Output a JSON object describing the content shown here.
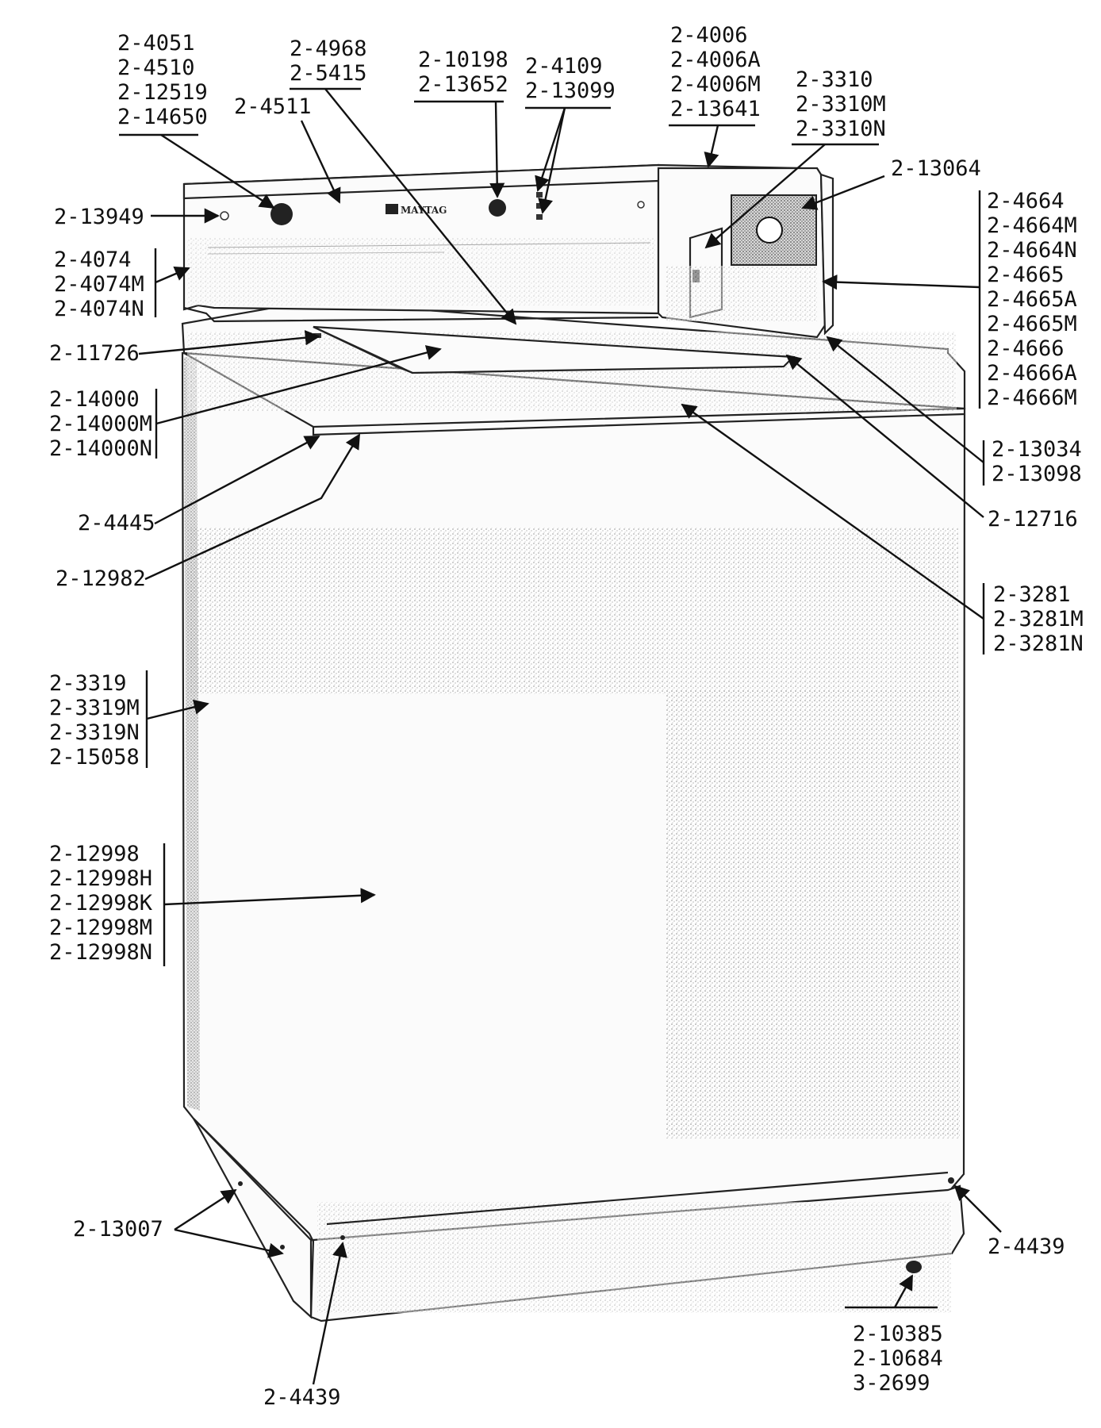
{
  "brand": "MAYTAG",
  "callouts": [
    {
      "id": "c-control-knob",
      "parts": [
        "2-4051",
        "2-4510",
        "2-12519",
        "2-14650"
      ]
    },
    {
      "id": "c-knob-skirt",
      "parts": [
        "2-4511"
      ]
    },
    {
      "id": "c-lid-hinge",
      "parts": [
        "2-4968",
        "2-5415"
      ]
    },
    {
      "id": "c-push-button",
      "parts": [
        "2-10198",
        "2-13652"
      ]
    },
    {
      "id": "c-indicator-lights",
      "parts": [
        "2-4109",
        "2-13099"
      ]
    },
    {
      "id": "c-meter-case-top",
      "parts": [
        "2-4006",
        "2-4006A",
        "2-4006M",
        "2-13641"
      ]
    },
    {
      "id": "c-coin-slide",
      "parts": [
        "2-3310",
        "2-3310M",
        "2-3310N"
      ]
    },
    {
      "id": "c-meter-door",
      "parts": [
        "2-13064"
      ]
    },
    {
      "id": "c-left-lamp",
      "parts": [
        "2-13949"
      ]
    },
    {
      "id": "c-control-panel",
      "parts": [
        "2-4074",
        "2-4074M",
        "2-4074N"
      ]
    },
    {
      "id": "c-meter-case",
      "parts": [
        "2-4664",
        "2-4664M",
        "2-4664N",
        "2-4665",
        "2-4665A",
        "2-4665M",
        "2-4666",
        "2-4666A",
        "2-4666M"
      ]
    },
    {
      "id": "c-lid-bumper",
      "parts": [
        "2-11726"
      ]
    },
    {
      "id": "c-lid",
      "parts": [
        "2-14000",
        "2-14000M",
        "2-14000N"
      ]
    },
    {
      "id": "c-meter-gasket",
      "parts": [
        "2-13034",
        "2-13098"
      ]
    },
    {
      "id": "c-lid-switch",
      "parts": [
        "2-4445"
      ]
    },
    {
      "id": "c-top-trim",
      "parts": [
        "2-12716"
      ]
    },
    {
      "id": "c-top-clip",
      "parts": [
        "2-12982"
      ]
    },
    {
      "id": "c-top",
      "parts": [
        "2-3281",
        "2-3281M",
        "2-3281N"
      ]
    },
    {
      "id": "c-side-panel",
      "parts": [
        "2-3319",
        "2-3319M",
        "2-3319N",
        "2-15058"
      ]
    },
    {
      "id": "c-front-panel",
      "parts": [
        "2-12998",
        "2-12998H",
        "2-12998K",
        "2-12998M",
        "2-12998N"
      ]
    },
    {
      "id": "c-screws",
      "parts": [
        "2-13007"
      ]
    },
    {
      "id": "c-base-screw-right",
      "parts": [
        "2-4439"
      ]
    },
    {
      "id": "c-base-screw-left",
      "parts": [
        "2-4439"
      ]
    },
    {
      "id": "c-leveling-leg",
      "parts": [
        "2-10385",
        "2-10684",
        "3-2699"
      ]
    }
  ]
}
